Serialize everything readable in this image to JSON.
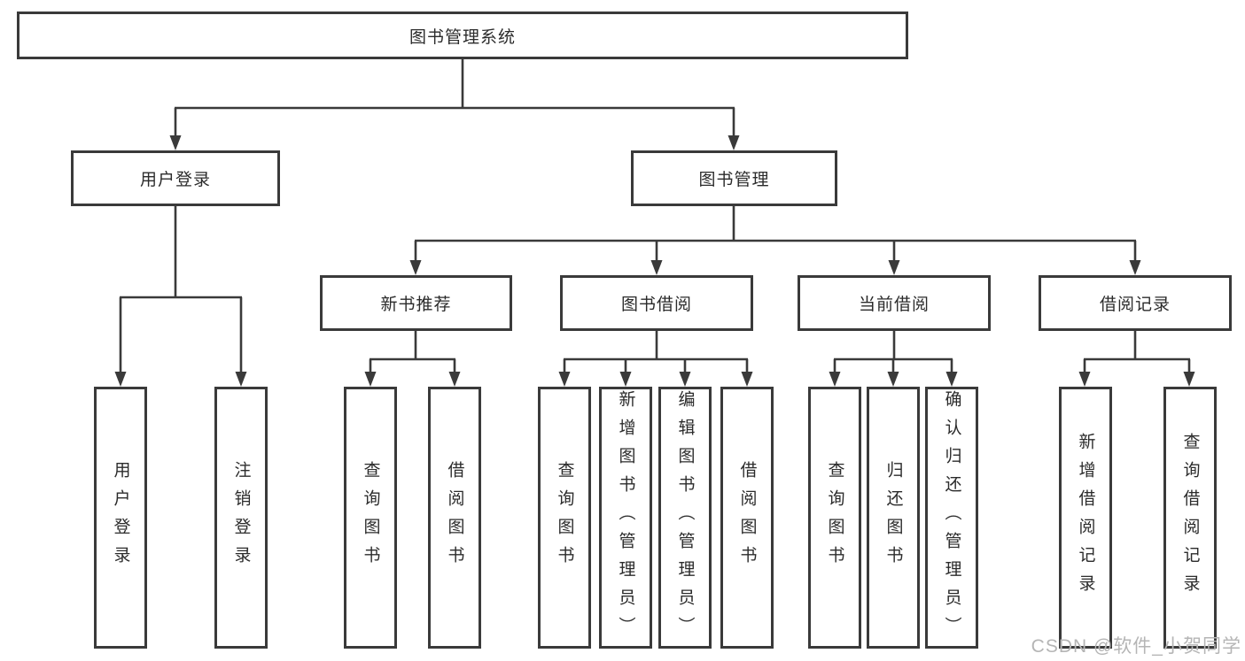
{
  "nodes": {
    "root": "图书管理系统",
    "user_login": "用户登录",
    "book_mgmt": "图书管理",
    "new_books": "新书推荐",
    "book_borrow": "图书借阅",
    "current_borrow": "当前借阅",
    "borrow_records": "借阅记录"
  },
  "leaves": {
    "user_login": [
      "用户登录",
      "注销登录"
    ],
    "new_books": [
      "查询图书",
      "借阅图书"
    ],
    "book_borrow": [
      "查询图书",
      "新增图书（管理员）",
      "编辑图书（管理员）",
      "借阅图书"
    ],
    "current_borrow": [
      "查询图书",
      "归还图书",
      "确认归还（管理员）"
    ],
    "borrow_records": [
      "新增借阅记录",
      "查询借阅记录"
    ]
  },
  "watermark": "CSDN @软件_小贺同学",
  "colors": {
    "line": "#3a3a3a",
    "text": "#2b2b2b",
    "watermark": "#b5b5b5",
    "background": "#ffffff"
  }
}
